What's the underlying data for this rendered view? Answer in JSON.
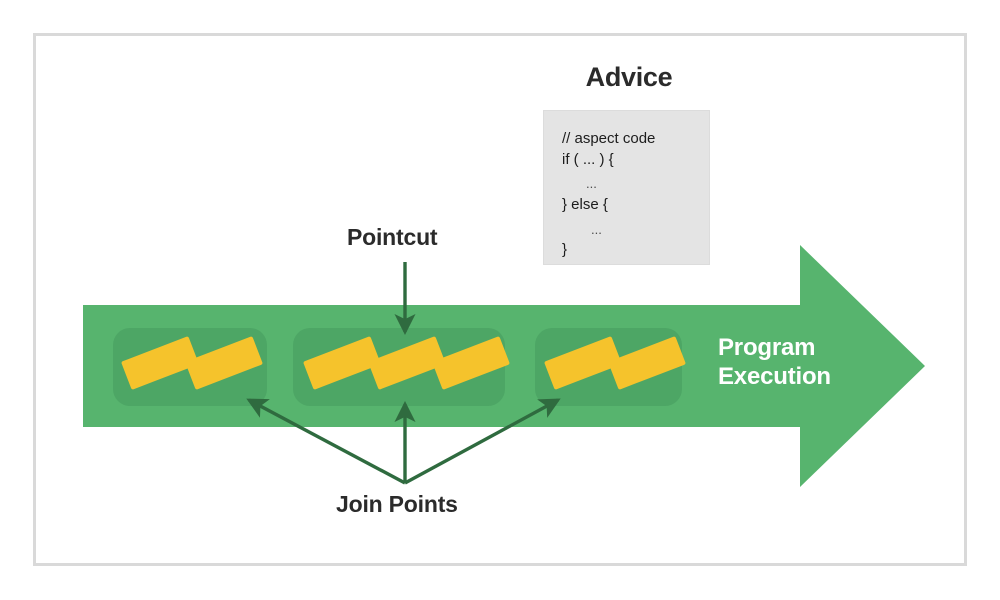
{
  "diagram": {
    "title_advice": "Advice",
    "label_pointcut": "Pointcut",
    "label_joinpoints": "Join Points",
    "label_program_execution_line1": "Program",
    "label_program_execution_line2": "Execution",
    "advice_code": [
      "// aspect code",
      "if ( ... ) {",
      "...",
      "} else {",
      "...",
      "}"
    ],
    "colors": {
      "arrow_green": "#57b46e",
      "group_green": "#4da665",
      "join_point_yellow": "#f5c32c",
      "pointer_dark_green": "#2f6b3f",
      "code_bg": "#e4e4e4",
      "frame_border": "#d9d9d9",
      "text_dark": "#2b2b2b",
      "text_white": "#ffffff",
      "page_bg": "#ffffff"
    },
    "groups": [
      {
        "name": "group-1",
        "join_point_count": 2
      },
      {
        "name": "group-2",
        "join_point_count": 3
      },
      {
        "name": "group-3",
        "join_point_count": 2
      }
    ]
  }
}
